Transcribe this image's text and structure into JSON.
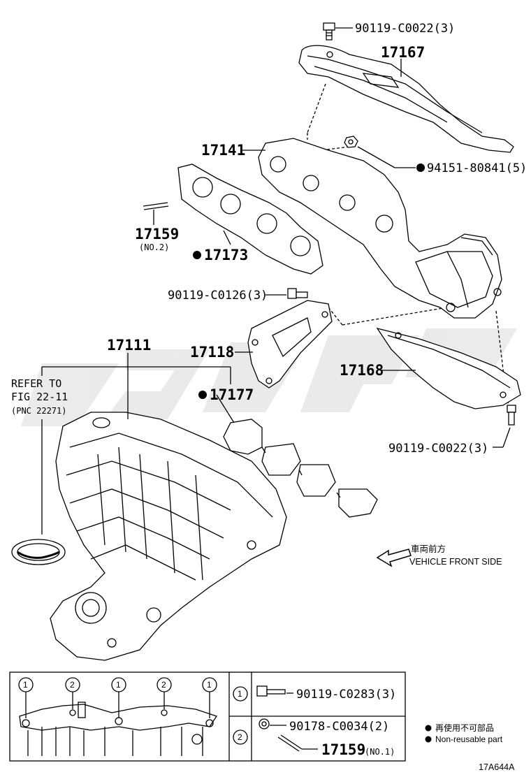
{
  "labels": {
    "p_90119_c0022_top": "90119-C0022(3)",
    "p_17167": "17167",
    "p_17141": "17141",
    "p_94151": "94151-80841(5)",
    "p_17159": "17159",
    "p_17159_no2": "(NO.2)",
    "p_17173": "17173",
    "p_90119_c0126": "90119-C0126(3)",
    "p_17111": "17111",
    "p_17118": "17118",
    "p_17168": "17168",
    "p_17177": "17177",
    "p_90119_c0022_bot": "90119-C0022(3)"
  },
  "refer": {
    "line1": "REFER TO",
    "line2": "FIG 22-11",
    "line3": "(PNC 22271)"
  },
  "direction": {
    "jp": "車両前方",
    "en": "VEHICLE FRONT SIDE"
  },
  "legend_box": {
    "circle1": "1",
    "circle2": "2",
    "part1": "90119-C0283(3)",
    "part2": "90178-C0034(2)",
    "part3": "17159",
    "part3_suffix": "(NO.1)"
  },
  "notes": {
    "jp": "再使用不可部品",
    "en": "Non-reusable part"
  },
  "figure_id": "17A644A"
}
